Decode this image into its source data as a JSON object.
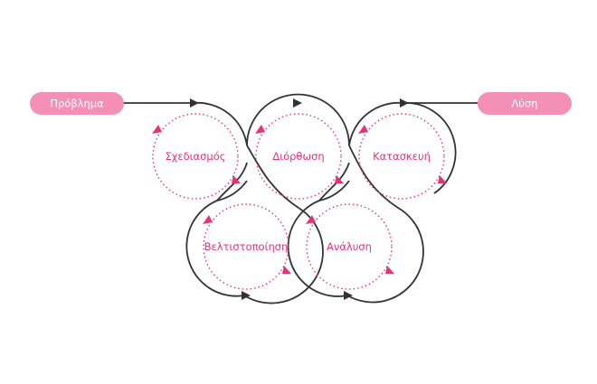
{
  "colors": {
    "accent": "#e8317a",
    "pill": "#f48fb6",
    "line": "#333333"
  },
  "start": {
    "label": "Πρόβλημα"
  },
  "end": {
    "label": "Λύση"
  },
  "nodes": [
    {
      "label": "Σχεδιασμός"
    },
    {
      "label": "Διόρθωση"
    },
    {
      "label": "Κατασκευή"
    },
    {
      "label": "Βελτιστοποίηση"
    },
    {
      "label": "Ανάλυση"
    }
  ]
}
